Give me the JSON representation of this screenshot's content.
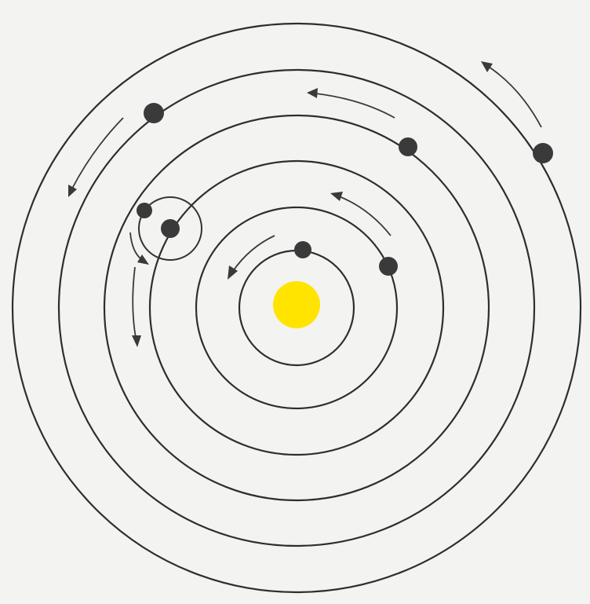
{
  "diagram": {
    "description_kind": "heliocentric-solar-system",
    "colors": {
      "background": "#f3f3f1",
      "orbit_stroke": "#2e2e2e",
      "planet_fill": "#3a3a3a",
      "sun_fill": "#ffe400"
    },
    "orbit_count": 6,
    "planet_count": 6,
    "has_moon": true,
    "direction": "counterclockwise"
  }
}
